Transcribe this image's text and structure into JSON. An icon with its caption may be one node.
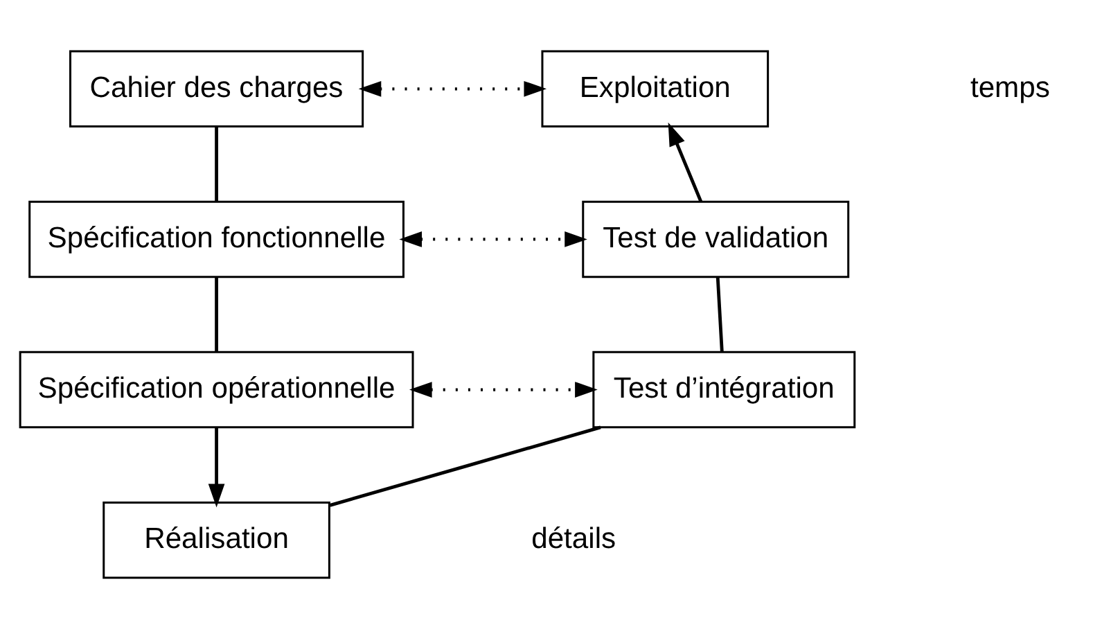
{
  "diagram": {
    "nodes": [
      {
        "text": [
          "Cahier des charges"
        ]
      },
      {
        "text": [
          "Exploitation"
        ]
      },
      {
        "text": [
          "Spécification fonctionnelle"
        ]
      },
      {
        "text": [
          "Test de validation"
        ]
      },
      {
        "text": [
          "Spécification opérationnelle"
        ]
      },
      {
        "text": [
          "Test d’intégration"
        ]
      },
      {
        "text": [
          "Réalisation"
        ]
      }
    ],
    "edges": [
      {
        "from": 0,
        "to": 2,
        "arrow": "none"
      },
      {
        "from": 2,
        "to": 4,
        "arrow": "none"
      },
      {
        "from": 4,
        "to": 6,
        "arrow": "to"
      },
      {
        "from": 6,
        "to": 5,
        "arrow": "none"
      },
      {
        "from": 5,
        "to": 3,
        "arrow": "none"
      },
      {
        "from": 3,
        "to": 1,
        "arrow": "to"
      },
      {
        "from": 0,
        "to": 1,
        "arrow": "both",
        "style": "dashed"
      },
      {
        "from": 2,
        "to": 3,
        "arrow": "both",
        "style": "dashed"
      },
      {
        "from": 4,
        "to": 5,
        "arrow": "both",
        "style": "dashed"
      }
    ],
    "labels": [
      "temps",
      "détails"
    ]
  }
}
